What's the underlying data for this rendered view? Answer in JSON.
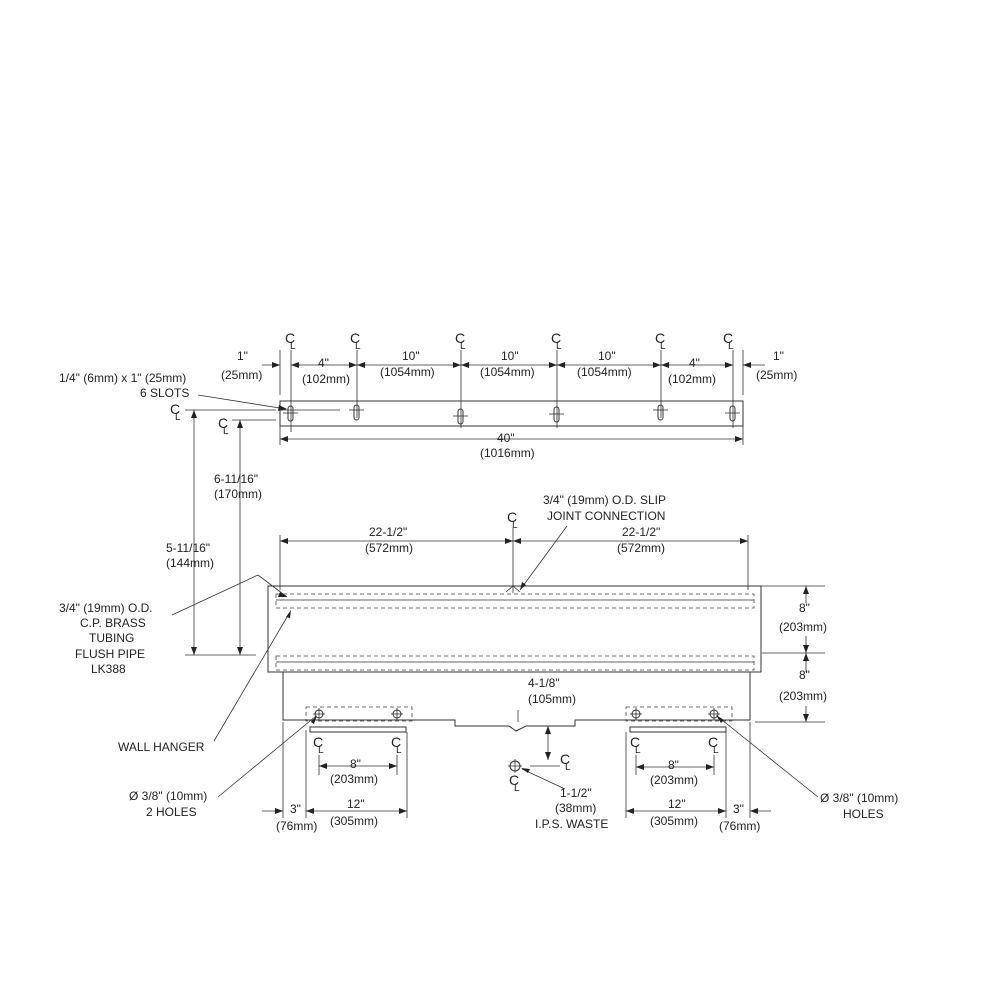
{
  "centerline_symbol": "C",
  "centerline_sub": "L",
  "slots_spec": [
    "1/4\" (6mm) x 1\" (25mm)",
    "6 SLOTS"
  ],
  "top_dims": [
    [
      "1\"",
      "(25mm)"
    ],
    [
      "4\"",
      "(102mm)"
    ],
    [
      "10\"",
      "(1054mm)"
    ],
    [
      "10\"",
      "(1054mm)"
    ],
    [
      "10\"",
      "(1054mm)"
    ],
    [
      "4\"",
      "(102mm)"
    ],
    [
      "1\"",
      "(25mm)"
    ]
  ],
  "overall_width": [
    "40\"",
    "(1016mm)"
  ],
  "dim_6_11_16": [
    "6-11/16\"",
    "(170mm)"
  ],
  "dim_5_11_16": [
    "5-11/16\"",
    "(144mm)"
  ],
  "slip_joint": [
    "3/4\" (19mm) O.D. SLIP",
    "JOINT CONNECTION"
  ],
  "half_width_left": [
    "22-1/2\"",
    "(572mm)"
  ],
  "half_width_right": [
    "22-1/2\"",
    "(572mm)"
  ],
  "flush_pipe": [
    "3/4\" (19mm) O.D.",
    "C.P. BRASS",
    "TUBING",
    "FLUSH PIPE",
    "LK388"
  ],
  "right_dim_upper": [
    "8\"",
    "(203mm)"
  ],
  "right_dim_lower": [
    "8\"",
    "(203mm)"
  ],
  "dim_4_1_8": [
    "4-1/8\"",
    "(105mm)"
  ],
  "wall_hanger": "WALL HANGER",
  "holes_left": [
    "Ø 3/8\" (10mm)",
    "2 HOLES"
  ],
  "holes_right": [
    "Ø 3/8\" (10mm)",
    "HOLES"
  ],
  "hanger_spacing_left": [
    "8\"",
    "(203mm)"
  ],
  "hanger_spacing_right": [
    "8\"",
    "(203mm)"
  ],
  "waste": [
    "1-1/2\"",
    "(38mm)",
    "I.P.S. WASTE"
  ],
  "bottom_left_3": [
    "3\"",
    "(76mm)"
  ],
  "bottom_left_12": [
    "12\"",
    "(305mm)"
  ],
  "bottom_right_12": [
    "12\"",
    "(305mm)"
  ],
  "bottom_right_3": [
    "3\"",
    "(76mm)"
  ]
}
